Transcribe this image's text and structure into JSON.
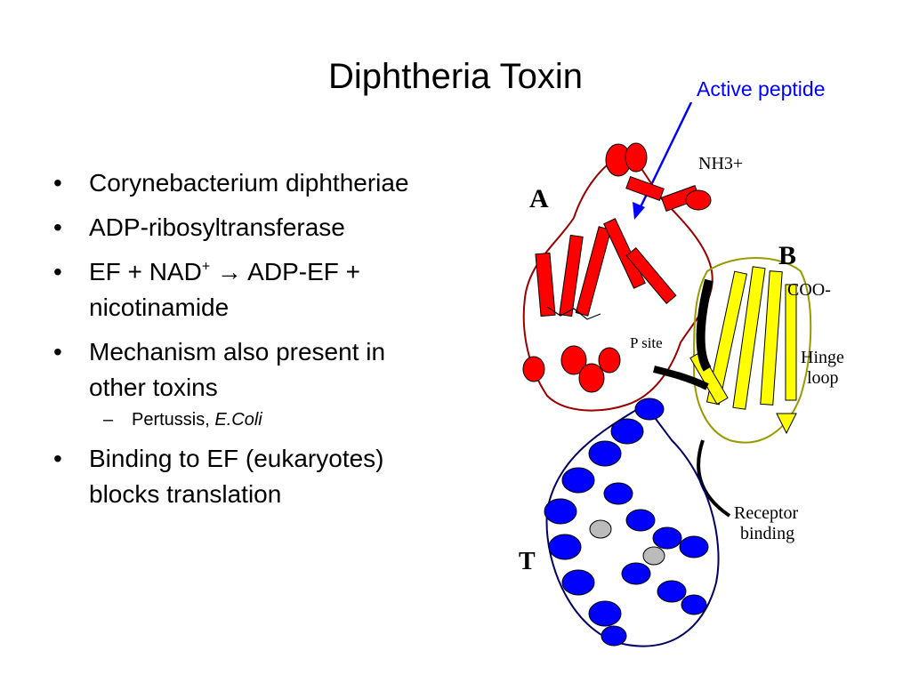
{
  "slide": {
    "title": "Diphtheria Toxin",
    "callout": "Active peptide",
    "bullets": {
      "b1": "Corynebacterium diphtheriae",
      "b2": "ADP-ribosyltransferase",
      "b3_pre": "EF + NAD",
      "b3_sup": "+",
      "b3_post": " → ADP-EF + nicotinamide",
      "b4": "Mechanism also present in other toxins",
      "b4_sub_plain": "Pertussis, ",
      "b4_sub_italic": "E.Coli",
      "b5": "Binding to EF (eukaryotes) blocks translation"
    }
  },
  "figure": {
    "labels": {
      "domain_a": "A",
      "domain_b": "B",
      "domain_t": "T",
      "nh3": "NH3+",
      "coo": "COO-",
      "p_site": "P site",
      "hinge_1": "Hinge",
      "hinge_2": "loop",
      "receptor_1": "Receptor",
      "receptor_2": "binding"
    },
    "colors": {
      "domain_a": "#ff0000",
      "domain_b": "#ffff00",
      "domain_t": "#0000ff",
      "loops": "#000000",
      "callout": "#0000ff"
    }
  }
}
